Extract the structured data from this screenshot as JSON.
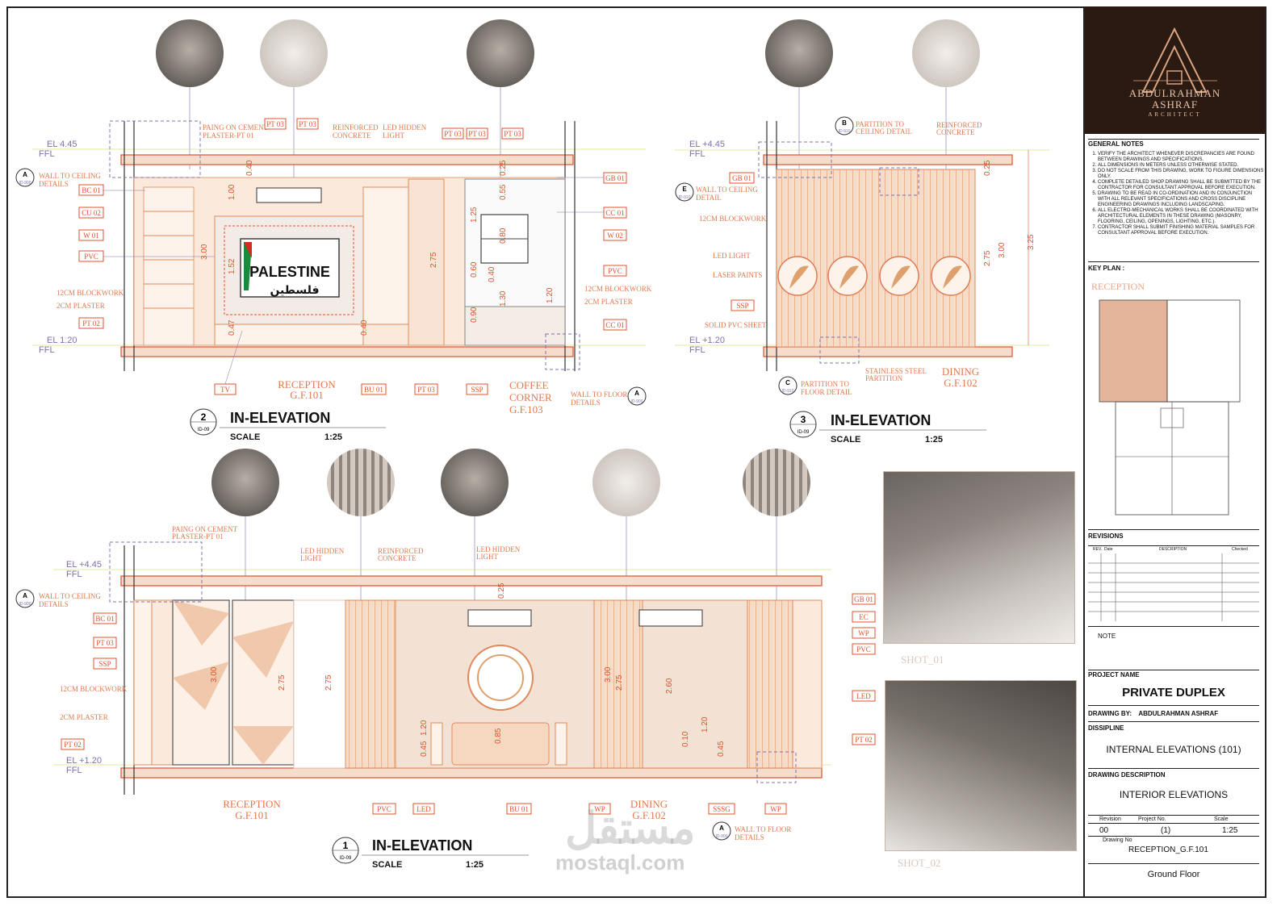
{
  "logo": {
    "line1": "ABDULRAHMAN",
    "line2": "ASHRAF",
    "line3": "ARCHITECT",
    "letter": "A"
  },
  "notes": {
    "heading": "GENERAL NOTES",
    "items": [
      "VERIFY THE ARCHITECT WHENEVER DISCREPANCIES ARE FOUND BETWEEN DRAWINGS AND SPECIFICATIONS.",
      "ALL DIMENSIONS IN METERS UNLESS OTHERWISE STATED.",
      "DO NOT SCALE FROM THIS DRAWING, WORK TO FIGURE DIMENSIONS ONLY.",
      "COMPLETE DETAILED SHOP DRAWING SHALL BE SUBMITTED BY THE CONTRACTOR FOR CONSULTANT APPROVAL BEFORE EXECUTION.",
      "DRAWING TO BE READ IN CO-ORDINATION AND IN CONJUNCTION WITH ALL RELEVANT SPECIFICATIONS AND CROSS DISCIPLINE ENGINEERING DRAWINGS INCLUDING LANDSCAPING.",
      "ALL ELECTRO-MECHANICAL WORKS SHALL BE COORDINATED WITH ARCHITECTURAL ELEMENTS IN THESE DRAWING (MASONRY, FLOORING, CEILING, OPENINGS, LIGHTING, ETC.).",
      "CONTRACTOR SHALL SUBMIT FINISHING MATERIAL SAMPLES FOR CONSULTANT APPROVAL BEFORE EXECUTION."
    ]
  },
  "keyplan": {
    "heading": "KEY PLAN :",
    "room": "RECEPTION"
  },
  "revisions": {
    "heading": "REVISIONS",
    "cols": [
      "REV.",
      "Date",
      "DESCRIPTION",
      "Checked"
    ]
  },
  "note_label": "NOTE",
  "project": {
    "heading": "PROJECT NAME",
    "name": "PRIVATE DUPLEX"
  },
  "drawn_by": {
    "label": "DRAWING BY:",
    "name": "ABDULRAHMAN ASHRAF"
  },
  "discipline": {
    "heading": "DISSIPLINE",
    "value": "INTERNAL ELEVATIONS (101)"
  },
  "description": {
    "heading": "DRAWING DESCRIPTION",
    "value": "INTERIOR ELEVATIONS"
  },
  "meta": {
    "revision_label": "Revision",
    "revision": "00",
    "project_no_label": "Project No.",
    "project_no": "(1)",
    "scale_label": "Scale",
    "scale": "1:25",
    "drawing_no_label": "Drawing No",
    "drawing_no": "RECEPTION_G.F.101",
    "floor": "Ground Floor"
  },
  "shots": [
    "SHOT_01",
    "SHOT_02"
  ],
  "watermark": {
    "arabic": "مستقل",
    "latin": "mostaql.com"
  },
  "elev2": {
    "num": "2",
    "sheet": "ID-09",
    "title": "IN-ELEVATION",
    "scale_label": "SCALE",
    "scale": "1:25",
    "el_top": "EL 4.45",
    "el_bot": "EL 1.20",
    "ffl": "FFL",
    "room1": "RECEPTION",
    "room1_code": "G.F.101",
    "room2a": "COFFEE",
    "room2b": "CORNER",
    "room2_code": "G.F.103",
    "sign_en": "PALESTINE",
    "sign_ar": "فلسطين",
    "callout_a": "A",
    "callout_sheet": "ID-900",
    "notes": [
      "PAING ON CEMENT",
      "PLASTER-PT 01",
      "REINFORCED",
      "CONCRETE",
      "LED HIDDEN",
      "LIGHT",
      "WALL TO CEILING",
      "DETAILS",
      "12CM BLOCKWORK",
      "2CM PLASTER",
      "12CM BLOCKWORK",
      "2CM PLASTER",
      "WALL TO FLOOR",
      "DETAILS"
    ],
    "tags_left": [
      "BC 01",
      "CU 02",
      "W 01",
      "PVC",
      "PT 02"
    ],
    "tags_top": [
      "PT 03",
      "PT 03",
      "PT 03",
      "PT 03",
      "PT 03"
    ],
    "tags_right": [
      "GB 01",
      "CC 01",
      "W 02",
      "PVC",
      "CC 01"
    ],
    "tags_bottom": [
      "TV",
      "BU 01",
      "PT 03",
      "SSP"
    ],
    "dims": [
      "0.40",
      "1.00",
      "3.00",
      "1.52",
      "0.47",
      "0.40",
      "2.75",
      "0.25",
      "0.55",
      "1.25",
      "0.80",
      "0.60",
      "0.40",
      "0.90",
      "1.30",
      "1.20"
    ]
  },
  "elev3": {
    "num": "3",
    "sheet": "ID-09",
    "title": "IN-ELEVATION",
    "scale_label": "SCALE",
    "scale": "1:25",
    "el_top": "EL +4.45",
    "el_bot": "EL +1.20",
    "ffl": "FFL",
    "room": "DINING",
    "room_code": "G.F.102",
    "callout_b": "B",
    "callout_c": "C",
    "callout_e": "E",
    "callout_sheet": "ID-910",
    "notes": [
      "PARTITION TO",
      "CEILING DETAIL",
      "REINFORCED",
      "CONCRETE",
      "WALL TO CEILING",
      "DETAIL",
      "12CM BLOCKWORK",
      "LED LIGHT",
      "LASER PAINTS",
      "SOLID PVC SHEET",
      "PARTITION TO",
      "FLOOR DETAIL",
      "STAINLESS STEEL",
      "PARTITION"
    ],
    "tags": [
      "GB 01",
      "SSP"
    ],
    "dims": [
      "0.25",
      "2.75",
      "3.00",
      "3.25"
    ]
  },
  "elev1": {
    "num": "1",
    "sheet": "ID-09",
    "title": "IN-ELEVATION",
    "scale_label": "SCALE",
    "scale": "1:25",
    "el_top": "EL +4.45",
    "el_bot": "EL +1.20",
    "ffl": "FFL",
    "room1": "RECEPTION",
    "room1_code": "G.F.101",
    "room2": "DINING",
    "room2_code": "G.F.102",
    "callout_a": "A",
    "callout_sheet": "ID-900",
    "notes": [
      "PAING ON CEMENT",
      "PLASTER-PT 01",
      "LED HIDDEN",
      "LIGHT",
      "REINFORCED",
      "CONCRETE",
      "LED HIDDEN",
      "LIGHT",
      "WALL TO CEILING",
      "DETAILS",
      "12CM BLOCKWORK",
      "2CM PLASTER",
      "WALL TO FLOOR",
      "DETAILS"
    ],
    "tags_left": [
      "BC 01",
      "PT 03",
      "SSP",
      "PT 02"
    ],
    "tags_right": [
      "GB 01",
      "EC",
      "WP",
      "PVC",
      "LED",
      "PT 02"
    ],
    "tags_bottom": [
      "PVC",
      "LED",
      "BU 01",
      "WP",
      "SSSG",
      "WP"
    ],
    "dims": [
      "3.00",
      "2.75",
      "2.75",
      "0.25",
      "1.20",
      "0.45",
      "0.85",
      "3.00",
      "2.75",
      "2.60",
      "0.10",
      "1.20",
      "0.45"
    ]
  }
}
